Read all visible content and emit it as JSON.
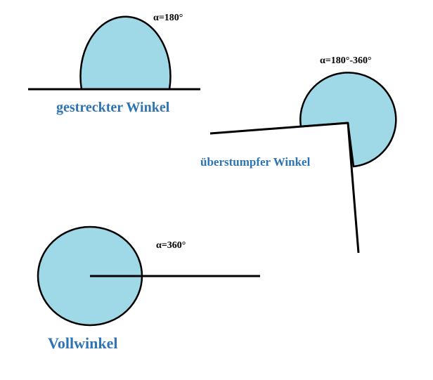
{
  "colors": {
    "fill": "#9fd9e8",
    "stroke": "#000000",
    "label_blue": "#2e74b5",
    "background": "#ffffff"
  },
  "angles": [
    {
      "name": "gestreckter Winkel",
      "value_label": "α=180°",
      "degrees": 180
    },
    {
      "name": "überstumpfer Winkel",
      "value_label": "α=180°-360°",
      "degrees": 270
    },
    {
      "name": "Vollwinkel",
      "value_label": "α=360°",
      "degrees": 360
    }
  ]
}
